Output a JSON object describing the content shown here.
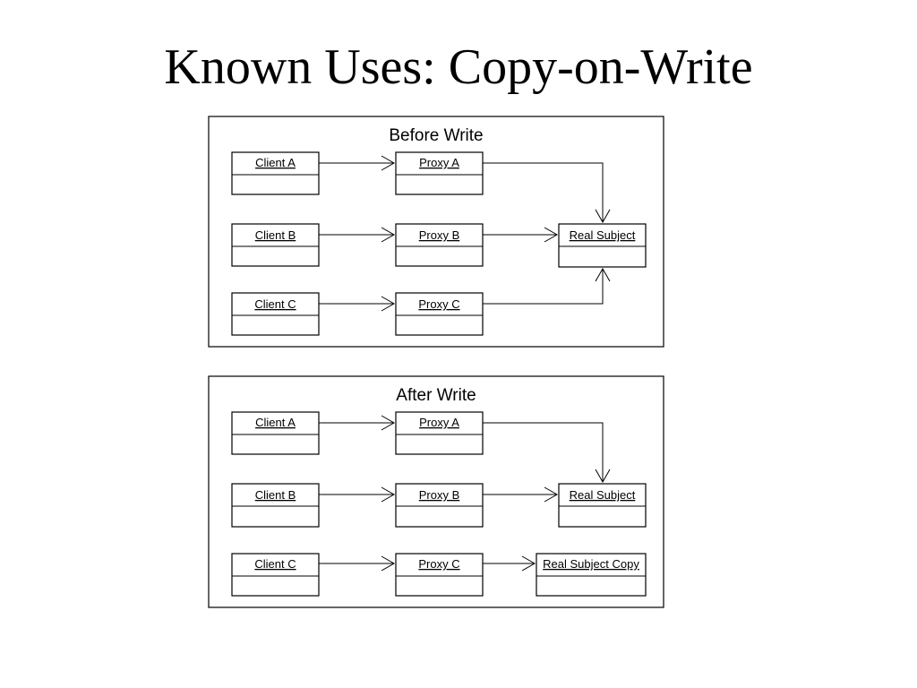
{
  "slide": {
    "title": "Known Uses: Copy-on-Write"
  },
  "panels": [
    {
      "title": "Before Write",
      "nodes": {
        "client_a": "Client A",
        "client_b": "Client B",
        "client_c": "Client C",
        "proxy_a": "Proxy A",
        "proxy_b": "Proxy B",
        "proxy_c": "Proxy C",
        "real_subject": "Real Subject"
      },
      "edges": [
        [
          "client_a",
          "proxy_a"
        ],
        [
          "client_b",
          "proxy_b"
        ],
        [
          "client_c",
          "proxy_c"
        ],
        [
          "proxy_a",
          "real_subject"
        ],
        [
          "proxy_b",
          "real_subject"
        ],
        [
          "proxy_c",
          "real_subject"
        ]
      ]
    },
    {
      "title": "After Write",
      "nodes": {
        "client_a": "Client A",
        "client_b": "Client B",
        "client_c": "Client C",
        "proxy_a": "Proxy A",
        "proxy_b": "Proxy B",
        "proxy_c": "Proxy C",
        "real_subject": "Real Subject",
        "real_subject_copy": "Real Subject Copy"
      },
      "edges": [
        [
          "client_a",
          "proxy_a"
        ],
        [
          "client_b",
          "proxy_b"
        ],
        [
          "client_c",
          "proxy_c"
        ],
        [
          "proxy_a",
          "real_subject"
        ],
        [
          "proxy_b",
          "real_subject"
        ],
        [
          "proxy_c",
          "real_subject_copy"
        ]
      ]
    }
  ]
}
